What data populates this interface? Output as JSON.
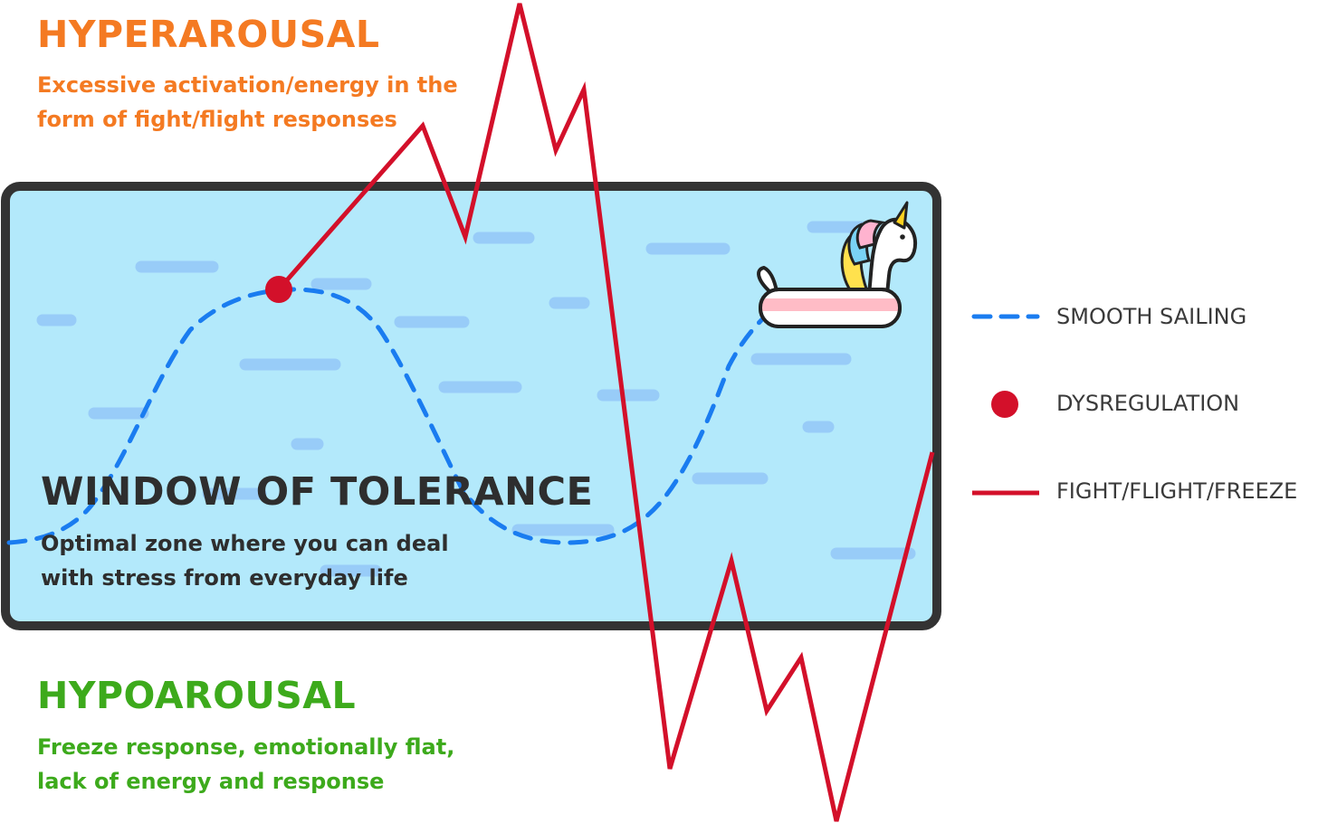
{
  "hyperarousal": {
    "title": "HYPERAROUSAL",
    "description_lines": [
      "Excessive activation/energy in the",
      "form of fight/flight responses"
    ]
  },
  "window_of_tolerance": {
    "title": "WINDOW OF TOLERANCE",
    "description_lines": [
      "Optimal zone where you can deal",
      "with stress from everyday life"
    ]
  },
  "hypoarousal": {
    "title": "HYPOAROUSAL",
    "description_lines": [
      "Freeze response, emotionally flat,",
      "lack of energy and response"
    ]
  },
  "legend": {
    "smooth_sailing": "SMOOTH SAILING",
    "dysregulation": "DYSREGULATION",
    "fight_flight_freeze": "FIGHT/FLIGHT/FREEZE"
  },
  "colors": {
    "hyperarousal": "#f47a22",
    "hypoarousal": "#3daa1c",
    "window_fill": "#b3e9fb",
    "window_border": "#333333",
    "wave_lines": "#98ccf8",
    "smooth_sailing": "#1a7cf0",
    "dysregulation": "#d3102a",
    "fight_flight_freeze": "#d3102a"
  },
  "icons": {
    "mascot": "unicorn-float-icon"
  }
}
